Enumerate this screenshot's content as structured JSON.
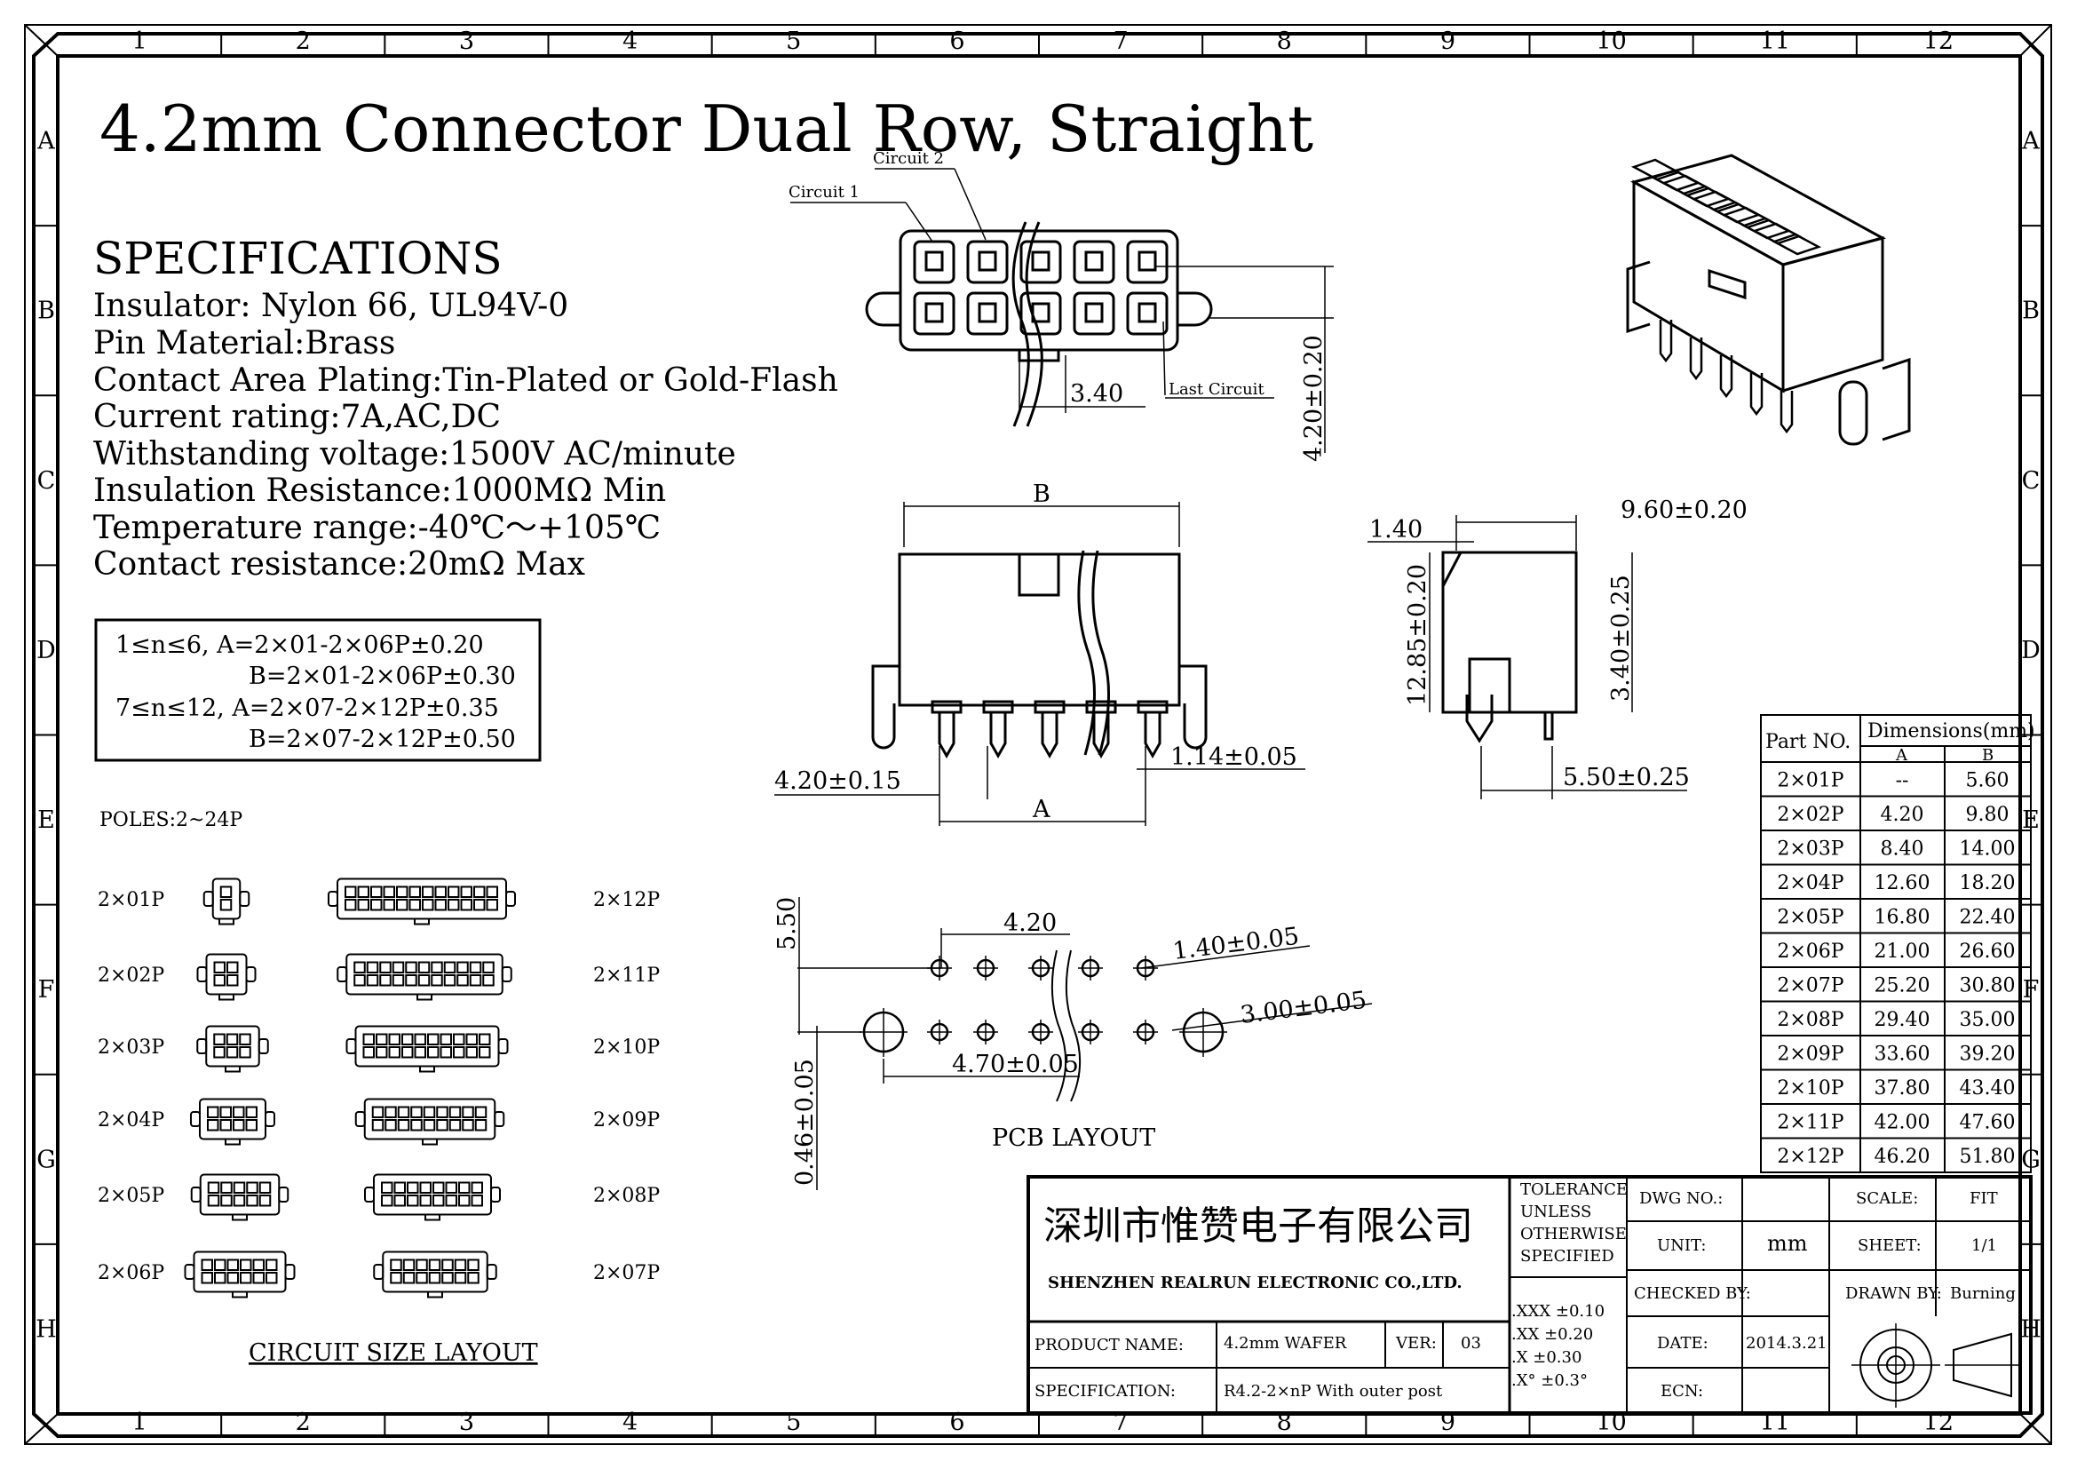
{
  "title": "4.2mm Connector Dual Row, Straight",
  "grid": {
    "columns": [
      "1",
      "2",
      "3",
      "4",
      "5",
      "6",
      "7",
      "8",
      "9",
      "10",
      "11",
      "12"
    ],
    "rows": [
      "A",
      "B",
      "C",
      "D",
      "E",
      "F",
      "G",
      "H"
    ]
  },
  "specs": {
    "heading": "SPECIFICATIONS",
    "lines": [
      "Insulator: Nylon 66, UL94V-0",
      "Pin Material:Brass",
      "Contact Area Plating:Tin-Plated or Gold-Flash",
      "Current rating:7A,AC,DC",
      "Withstanding voltage:1500V AC/minute",
      "Insulation Resistance:1000MΩ Min",
      "Temperature range:-40℃～+105℃",
      "Contact resistance:20mΩ Max"
    ]
  },
  "tolerance_box": [
    "1≤n≤6,  A=2×01-2×06P±0.20",
    "B=2×01-2×06P±0.30",
    "7≤n≤12, A=2×07-2×12P±0.35",
    "B=2×07-2×12P±0.50"
  ],
  "circuit_layout": {
    "poles": "POLES:2~24P",
    "caption": "CIRCUIT SIZE LAYOUT",
    "left": [
      "2×01P",
      "2×02P",
      "2×03P",
      "2×04P",
      "2×05P",
      "2×06P"
    ],
    "right": [
      "2×12P",
      "2×11P",
      "2×10P",
      "2×09P",
      "2×08P",
      "2×07P"
    ]
  },
  "front_view": {
    "circuit1": "Circuit 1",
    "circuit2": "Circuit 2",
    "last_circuit": "Last Circuit",
    "dim_pitch": "3.40",
    "dim_height": "4.20±0.20"
  },
  "side_view": {
    "b": "B",
    "a": "A",
    "dim_a": "4.20±0.15",
    "dim_b": "1.14±0.05"
  },
  "end_view": {
    "d1": "1.40",
    "d2": "9.60±0.20",
    "d3": "12.85±0.20",
    "d4": "3.40±0.25",
    "d5": "5.50±0.25"
  },
  "pcb": {
    "caption": "PCB LAYOUT",
    "d1": "5.50",
    "d2": "4.20",
    "d3": "1.40±0.05",
    "d4": "3.00±0.05",
    "d5": "4.70±0.05",
    "d6": "0.46±0.05"
  },
  "dims_table": {
    "col_part": "Part NO.",
    "col_dims": "Dimensions(mm)",
    "col_a": "A",
    "col_b": "B",
    "rows": [
      {
        "part": "2×01P",
        "a": "--",
        "b": "5.60"
      },
      {
        "part": "2×02P",
        "a": "4.20",
        "b": "9.80"
      },
      {
        "part": "2×03P",
        "a": "8.40",
        "b": "14.00"
      },
      {
        "part": "2×04P",
        "a": "12.60",
        "b": "18.20"
      },
      {
        "part": "2×05P",
        "a": "16.80",
        "b": "22.40"
      },
      {
        "part": "2×06P",
        "a": "21.00",
        "b": "26.60"
      },
      {
        "part": "2×07P",
        "a": "25.20",
        "b": "30.80"
      },
      {
        "part": "2×08P",
        "a": "29.40",
        "b": "35.00"
      },
      {
        "part": "2×09P",
        "a": "33.60",
        "b": "39.20"
      },
      {
        "part": "2×10P",
        "a": "37.80",
        "b": "43.40"
      },
      {
        "part": "2×11P",
        "a": "42.00",
        "b": "47.60"
      },
      {
        "part": "2×12P",
        "a": "46.20",
        "b": "51.80"
      }
    ]
  },
  "title_block": {
    "company_cn": "深圳市惟赞电子有限公司",
    "company_en": "SHENZHEN REALRUN ELECTRONIC CO.,LTD.",
    "tol_l1": "TOLERANCE",
    "tol_l2": "UNLESS",
    "tol_l3": "OTHERWISE",
    "tol_l4": "SPECIFIED",
    "tol_xxx": ".XXX ±0.10",
    "tol_xx": ".XX  ±0.20",
    "tol_x": ".X   ±0.30",
    "tol_deg": ".X°  ±0.3°",
    "dwg_no_label": "DWG NO.:",
    "dwg_no": "",
    "scale_label": "SCALE:",
    "scale": "FIT",
    "unit_label": "UNIT:",
    "unit": "mm",
    "sheet_label": "SHEET:",
    "sheet": "1/1",
    "checked_label": "CHECKED BY:",
    "checked": "",
    "drawn_label": "DRAWN BY:",
    "drawn": "Burning",
    "date_label": "DATE:",
    "date": "2014.3.21",
    "ecn_label": "ECN:",
    "ecn": "",
    "product_label": "PRODUCT NAME:",
    "product": "4.2mm WAFER",
    "ver_label": "VER:",
    "ver": "03",
    "spec_label": "SPECIFICATION:",
    "spec": "R4.2-2×nP With outer post"
  }
}
